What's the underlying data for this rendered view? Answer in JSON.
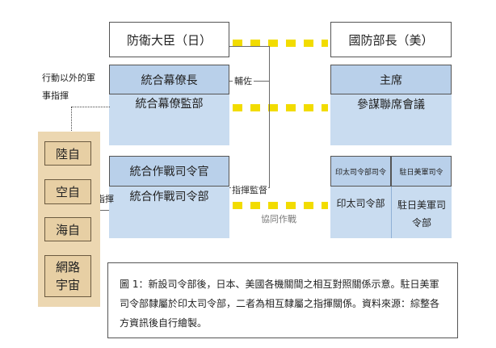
{
  "top": {
    "jp_minister": "防衛大臣（日）",
    "us_secretary": "國防部長（美）"
  },
  "jp_staff": {
    "header": "統合幕僚長",
    "body": "統合幕僚監部"
  },
  "us_staff": {
    "header": "主席",
    "body": "參謀聯席會議"
  },
  "jp_ops": {
    "header": "統合作戰司令官",
    "body": "統合作戰司令部"
  },
  "us_ops": {
    "header_left": "印太司令部司令",
    "header_right": "駐日美軍司令",
    "body_left": "印太司令部",
    "body_right": "駐日美軍司令部"
  },
  "labels": {
    "assist": "輔佐",
    "command_supervise": "指揮監督",
    "joint_ops": "協同作戰",
    "command": "指揮",
    "non_op_command": "行動以外的軍事指揮"
  },
  "gsdf_list": [
    "陸自",
    "空自",
    "海自",
    "網路宇宙"
  ],
  "caption": {
    "text": "圖 1：新設司令部後，日本、美國各機關間之相互對照關係示意。駐日美軍司令部隸屬於印太司令部，二者為相互隸屬之指揮關係。資料來源：綜整各方資訊後自行繪製。"
  },
  "colors": {
    "light_blue": "#c9dcf0",
    "blue_header": "#b9d0ea",
    "yellow_dash": "#f2dc00",
    "tan_panel": "#ecd7b1"
  }
}
